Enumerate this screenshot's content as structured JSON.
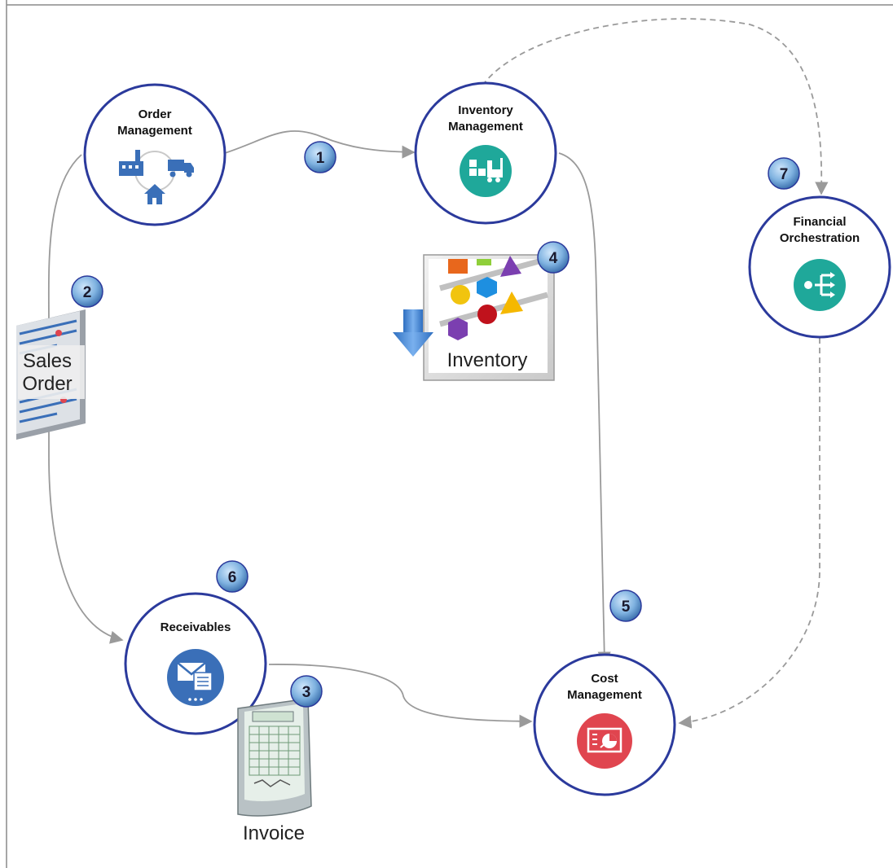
{
  "nodes": {
    "order_management": {
      "line1": "Order",
      "line2": "Management",
      "icon": "factory-truck-house-icon"
    },
    "inventory_management": {
      "line1": "Inventory",
      "line2": "Management",
      "icon": "forklift-icon"
    },
    "financial_orchestration": {
      "line1": "Financial",
      "line2": "Orchestration",
      "icon": "flow-split-icon"
    },
    "receivables": {
      "line1": "Receivables",
      "icon": "envelope-icon"
    },
    "cost_management": {
      "line1": "Cost",
      "line2": "Management",
      "icon": "chart-report-icon"
    }
  },
  "documents": {
    "sales_order": {
      "line1": "Sales",
      "line2": "Order"
    },
    "inventory": {
      "label": "Inventory"
    },
    "invoice": {
      "label": "Invoice"
    }
  },
  "badges": {
    "b1": "1",
    "b2": "2",
    "b3": "3",
    "b4": "4",
    "b5": "5",
    "b6": "6",
    "b7": "7"
  },
  "colors": {
    "node_border": "#2b3a9c",
    "teal_icon": "#1fa89a",
    "blue_icon": "#3a6fb8",
    "red_icon": "#e0454f",
    "badge_fill": "#7fb2e0",
    "connector": "#9a9a9a"
  }
}
